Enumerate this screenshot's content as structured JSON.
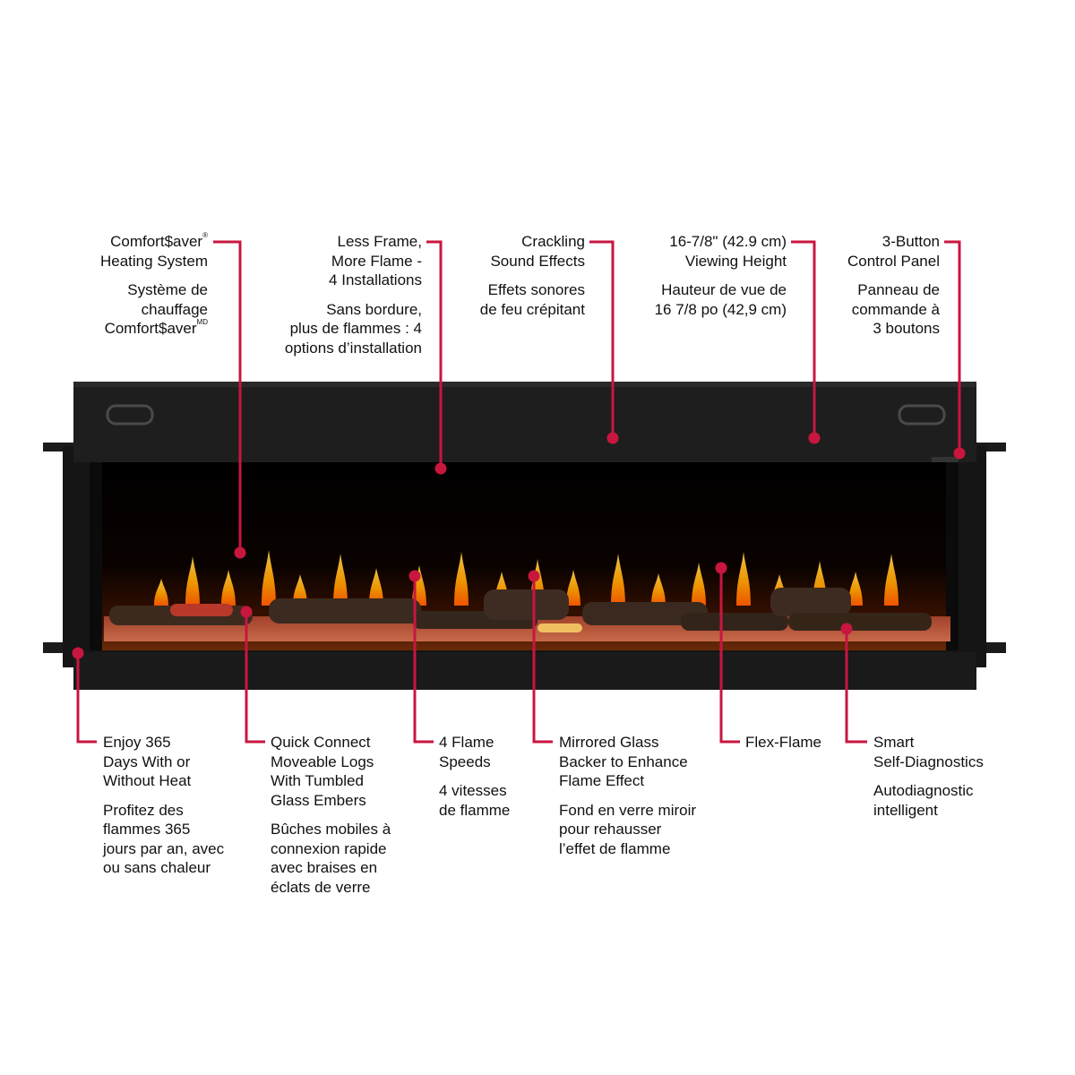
{
  "accent_color": "#c8163f",
  "callouts_top": [
    {
      "id": "comfortsaver",
      "en_lines": [
        "Comfort$aver",
        "Heating System"
      ],
      "en_mark": "®",
      "fr_lines": [
        "Système de",
        "chauffage",
        "Comfort$aver"
      ],
      "fr_mark": "MD"
    },
    {
      "id": "less-frame",
      "en": "Less Frame,\nMore Flame -\n4 Installations",
      "fr": "Sans bordure,\nplus de flammes : 4\noptions d’installation"
    },
    {
      "id": "crackling",
      "en": "Crackling\nSound Effects",
      "fr": "Effets sonores\nde feu crépitant"
    },
    {
      "id": "viewing-height",
      "en": "16-7/8\" (42.9 cm)\nViewing Height",
      "fr": "Hauteur de vue de\n16 7/8 po (42,9 cm)"
    },
    {
      "id": "control-panel",
      "en": "3-Button\nControl Panel",
      "fr": "Panneau de\ncommande à\n3 boutons"
    }
  ],
  "callouts_bottom": [
    {
      "id": "enjoy-365",
      "en": "Enjoy 365\nDays With or\nWithout Heat",
      "fr": "Profitez des\nflammes 365\njours par an, avec\nou sans chaleur"
    },
    {
      "id": "quick-connect",
      "en": "Quick Connect\nMoveable Logs\nWith Tumbled\nGlass Embers",
      "fr": "Bûches mobiles à\nconnexion rapide\navec braises en\néclats de verre"
    },
    {
      "id": "flame-speeds",
      "en": "4 Flame\nSpeeds",
      "fr": "4 vitesses\nde flamme"
    },
    {
      "id": "mirrored-glass",
      "en": "Mirrored Glass\nBacker to Enhance\nFlame Effect",
      "fr": "Fond en verre miroir\npour rehausser\nl’effet de flamme"
    },
    {
      "id": "flex-flame",
      "en": "Flex-Flame",
      "fr": ""
    },
    {
      "id": "self-diagnostics",
      "en": "Smart\nSelf-Diagnostics",
      "fr": "Autodiagnostic\nintelligent"
    }
  ]
}
